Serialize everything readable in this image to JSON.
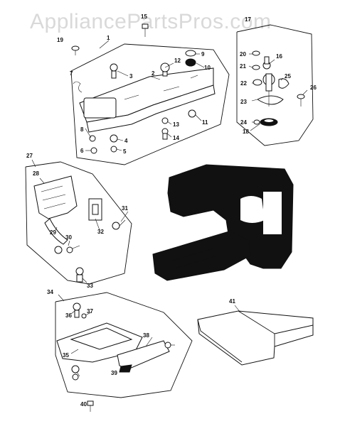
{
  "watermark": "AppliancePartsPros.com",
  "callouts": [
    "1",
    "2",
    "3",
    "4",
    "5",
    "6",
    "7",
    "8",
    "9",
    "10",
    "11",
    "12",
    "13",
    "14",
    "15",
    "16",
    "17",
    "18",
    "19",
    "20",
    "21",
    "22",
    "23",
    "24",
    "25",
    "26",
    "27",
    "28",
    "29",
    "30",
    "31",
    "32",
    "33",
    "34",
    "35",
    "36",
    "37",
    "38",
    "39",
    "40",
    "41"
  ]
}
